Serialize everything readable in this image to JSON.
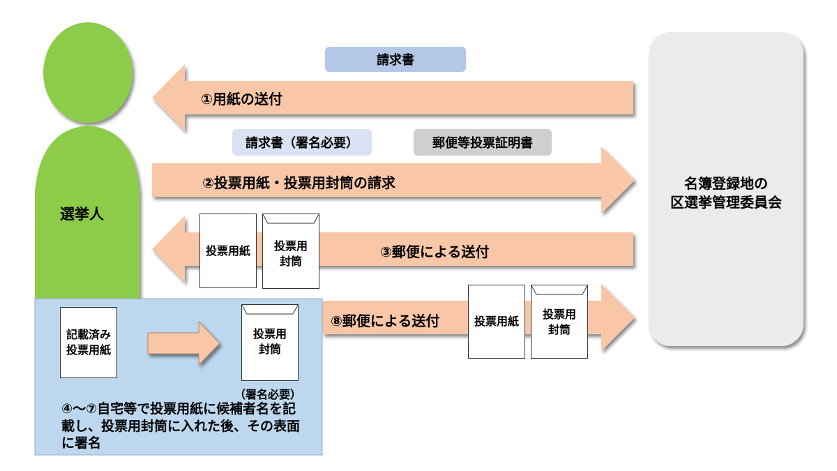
{
  "voter": {
    "label": "選挙人"
  },
  "committee": {
    "label": "名簿登録地の\n区選挙管理委員会"
  },
  "step1": {
    "tag": "請求書",
    "label": "①用紙の送付"
  },
  "step2": {
    "tag_request": "請求書（署名必要）",
    "tag_certificate": "郵便等投票証明書",
    "label": "②投票用紙・投票用封筒の請求"
  },
  "step3": {
    "label": "③郵便による送付",
    "ballot": "投票用紙",
    "envelope": "投票用\n封筒"
  },
  "home": {
    "filled_ballot": "記載済み\n投票用紙",
    "envelope": "投票用\n封筒",
    "signature_note": "（署名必要）",
    "description": "④～⑦自宅等で投票用紙に候補者名を記\n載し、投票用封筒に入れた後、その表面\nに署名"
  },
  "step8": {
    "label": "⑧郵便による送付",
    "ballot": "投票用紙",
    "envelope": "投票用\n封筒"
  },
  "colors": {
    "voter": "#8dcc4a",
    "arrow": "#f9c6a8",
    "panel": "#bdd7ee",
    "committee": "#ebebeb",
    "tag_blue": "#b4c7e7",
    "tag_gray": "#d0cece"
  }
}
